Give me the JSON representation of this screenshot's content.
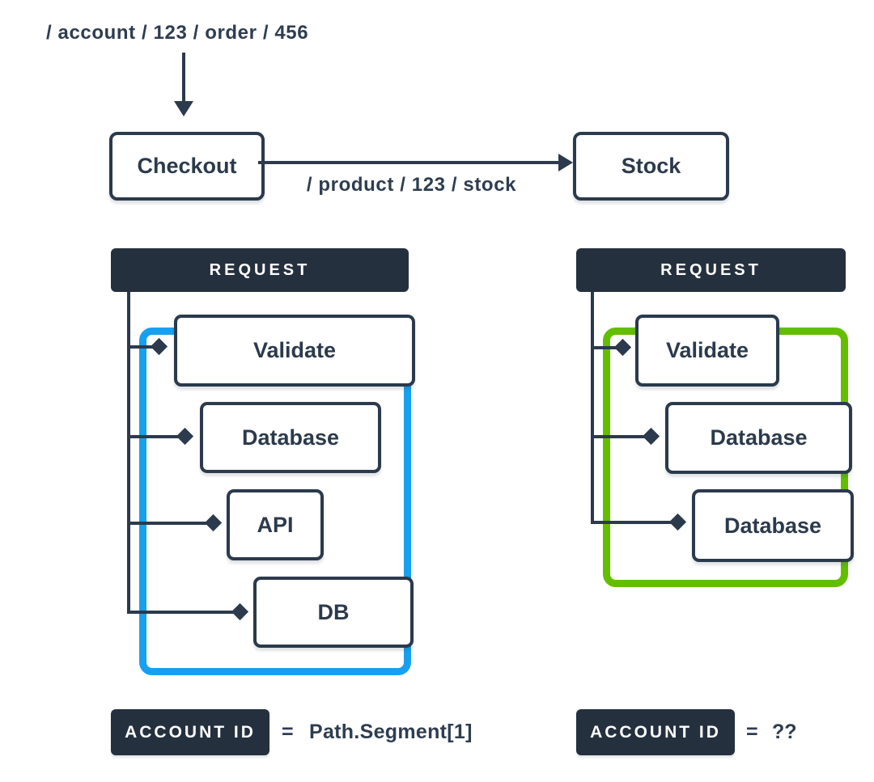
{
  "colors": {
    "dark_navy": "#2b3a4c",
    "header_bg": "#25303f",
    "bracket_blue": "#18a0f0",
    "bracket_green": "#63be00",
    "background": "#ffffff"
  },
  "top": {
    "incoming_path": "/ account / 123 / order / 456",
    "checkout_label": "Checkout",
    "outgoing_path": "/ product / 123 / stock",
    "stock_label": "Stock"
  },
  "left_trace": {
    "header": "REQUEST",
    "spans": [
      "Validate",
      "Database",
      "API",
      "DB"
    ],
    "footer": {
      "badge": "ACCOUNT ID",
      "equals": "=",
      "value": "Path.Segment[1]"
    }
  },
  "right_trace": {
    "header": "REQUEST",
    "spans": [
      "Validate",
      "Database",
      "Database"
    ],
    "footer": {
      "badge": "ACCOUNT ID",
      "equals": "=",
      "value": "??"
    }
  }
}
